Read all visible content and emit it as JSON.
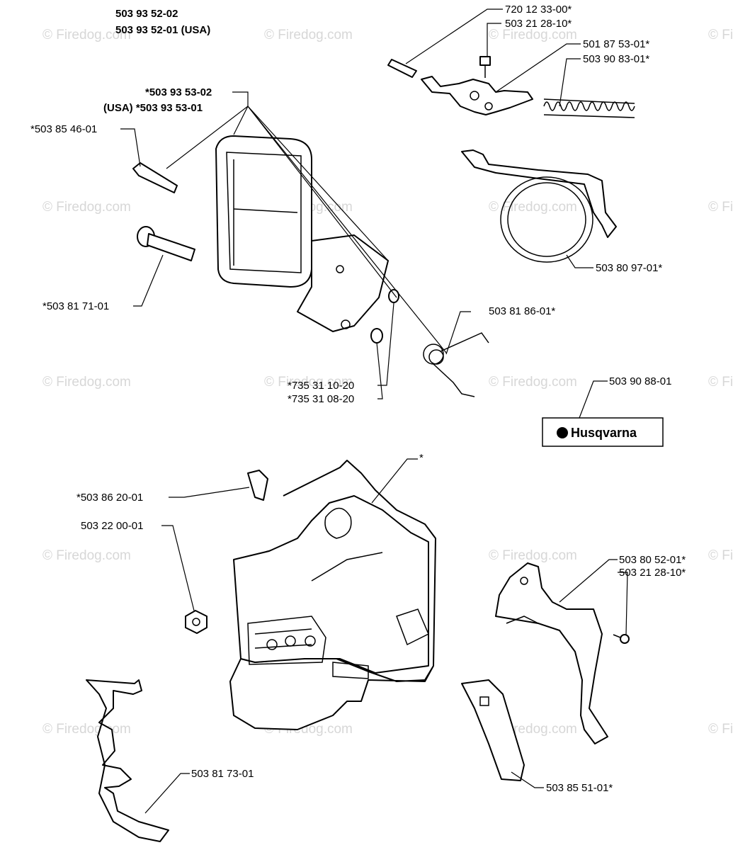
{
  "header": {
    "part_main": "503 93 52-02",
    "part_usa": "503 93 52-01 (USA)"
  },
  "watermark": "© Firedog.com",
  "brand_label": "Husqvarna",
  "labels": {
    "l01": "720 12 33-00*",
    "l02": "503 21 28-10*",
    "l03": "501 87 53-01*",
    "l04": "503 90 83-01*",
    "l05": "*503 93 53-02",
    "l06": "(USA) *503 93 53-01",
    "l07": "*503 85 46-01",
    "l08": "*503 81 71-01",
    "l09": "503 80 97-01*",
    "l10": "503 81 86-01*",
    "l11": "*735 31 10-20",
    "l12": "*735 31 08-20",
    "l13": "503 90 88-01",
    "l14": "*",
    "l15": "*503 86 20-01",
    "l16": "503 22 00-01",
    "l17": "503 80 52-01*",
    "l18": "503 21 28-10*",
    "l19": "503 81 73-01",
    "l20": "503 85 51-01*"
  }
}
